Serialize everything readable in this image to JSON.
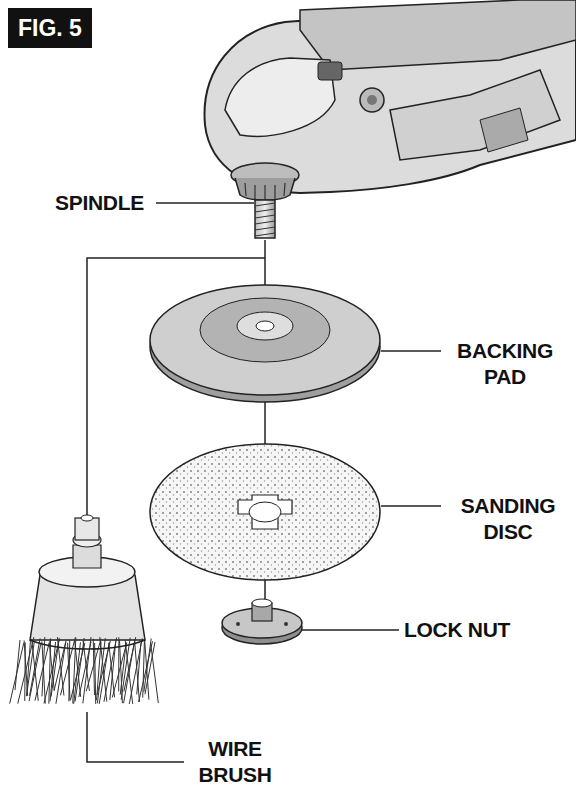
{
  "diagram": {
    "title": "FIG. 5",
    "labels": [
      "SPINDLE",
      "BACKING PAD",
      "SANDING DISC",
      "LOCK NUT",
      "WIRE BRUSH"
    ]
  }
}
